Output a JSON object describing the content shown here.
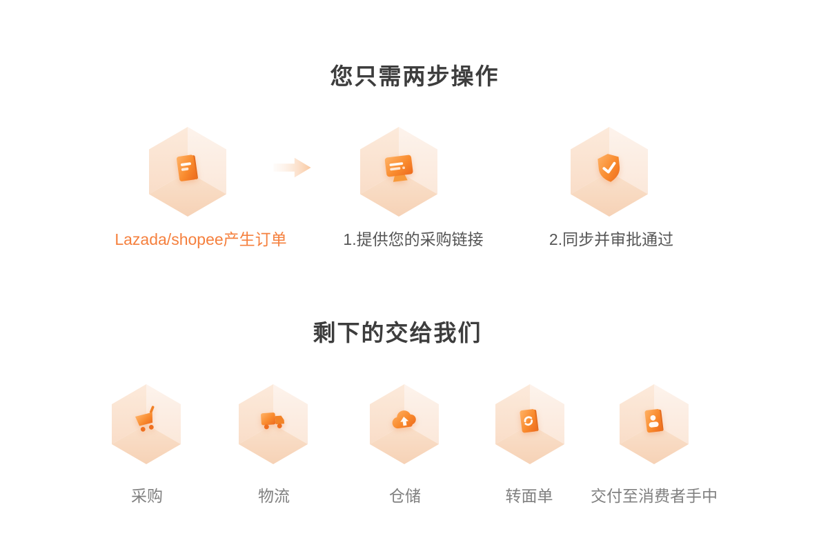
{
  "page": {
    "background": "#ffffff"
  },
  "colors": {
    "title_text": "#3d3d3d",
    "step_label_text": "#555555",
    "service_label_text": "#808080",
    "accent_orange": "#f5803e",
    "icon_orange_light": "#ffa855",
    "icon_orange_dark": "#ee6a1d",
    "hex_face_left": "#fbe7d7",
    "hex_face_right": "#fdf2ea",
    "hex_face_bottom": "#f8dcc4"
  },
  "section_steps": {
    "title": "您只需两步操作",
    "source": {
      "label": "Lazada/shopee产生订单",
      "icon": "order-document-icon"
    },
    "arrow_icon": "right-arrow-icon",
    "steps": [
      {
        "label": "1.提供您的采购链接",
        "icon": "monitor-order-icon"
      },
      {
        "label": "2.同步并审批通过",
        "icon": "shield-check-icon"
      }
    ]
  },
  "section_services": {
    "title": "剩下的交给我们",
    "items": [
      {
        "label": "采购",
        "icon": "shopping-cart-icon"
      },
      {
        "label": "物流",
        "icon": "truck-icon"
      },
      {
        "label": "仓储",
        "icon": "cloud-storage-icon"
      },
      {
        "label": "转面单",
        "icon": "waybill-sync-icon"
      },
      {
        "label": "交付至消费者手中",
        "icon": "customer-card-icon"
      }
    ]
  }
}
